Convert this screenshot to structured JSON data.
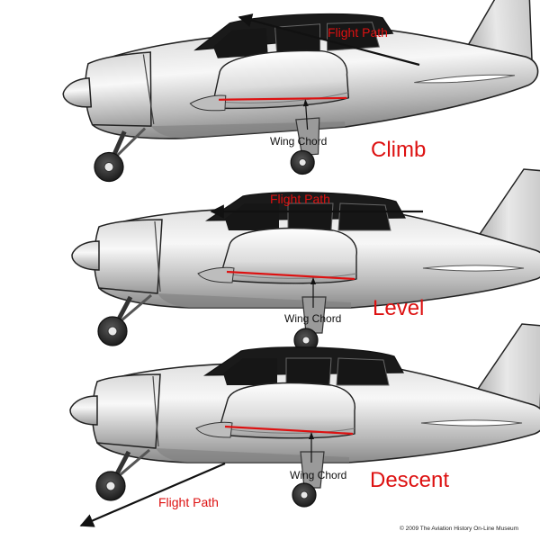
{
  "diagram": {
    "panels": [
      {
        "phase_label": "Climb",
        "flight_path_label": "Flight Path",
        "chord_label": "Wing Chord"
      },
      {
        "phase_label": "Level",
        "flight_path_label": "Flight Path",
        "chord_label": "Wing Chord"
      },
      {
        "phase_label": "Descent",
        "flight_path_label": "Flight Path",
        "chord_label": "Wing Chord"
      }
    ],
    "credit": "© 2009 The Aviation History On-Line Museum",
    "colors": {
      "label_red": "#dd1111",
      "chord_line": "#dd1111",
      "arrow": "#111111",
      "outline": "#222222",
      "window": "#1a1a1a",
      "fuselage_light": "#f4f4f4",
      "fuselage_dark": "#8e8e8e"
    }
  }
}
